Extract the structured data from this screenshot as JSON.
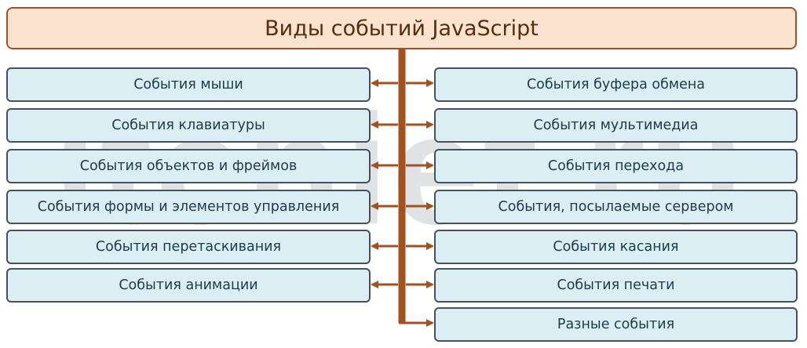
{
  "title": "Виды событий JavaScript",
  "watermark": "itchief.ru",
  "left_items": [
    "События мыши",
    "События клавиатуры",
    "События объектов и фреймов",
    "События формы и элементов управления",
    "События перетаскивания",
    "События анимации"
  ],
  "right_items": [
    "События буфера обмена",
    "События мультимедиа",
    "События перехода",
    "События, посылаемые сервером",
    "События касания",
    "События печати",
    "Разные события"
  ],
  "colors": {
    "title_fill": "#fbe3cf",
    "title_border": "#a2522a",
    "node_fill": "#dbeef3",
    "node_border": "#46525b",
    "connector": "#a2521f",
    "watermark": "#dfe3e6"
  }
}
